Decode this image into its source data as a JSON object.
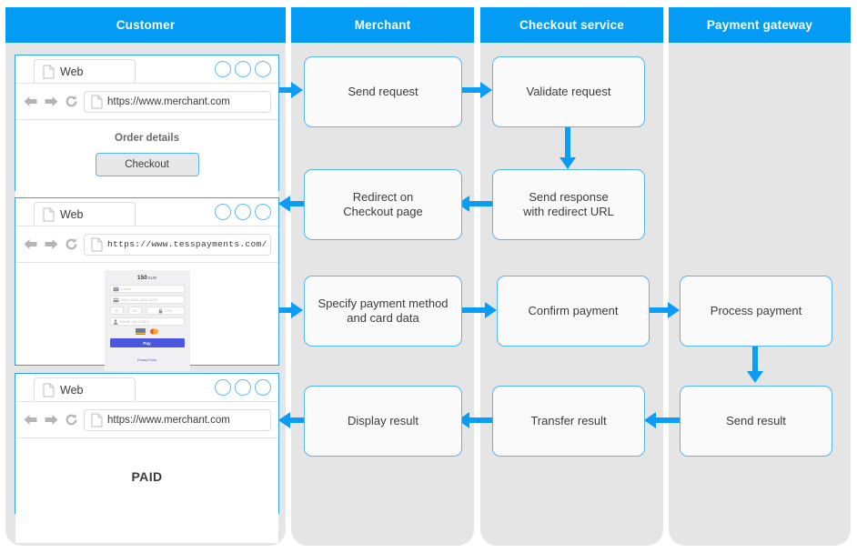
{
  "lanes": [
    {
      "id": "customer",
      "title": "Customer"
    },
    {
      "id": "merchant",
      "title": "Merchant"
    },
    {
      "id": "checkout",
      "title": "Checkout service"
    },
    {
      "id": "gateway",
      "title": "Payment gateway"
    }
  ],
  "nodes": {
    "send_request": "Send request",
    "validate_request": "Validate request",
    "redirect_line1": "Redirect on",
    "redirect_line2": "Checkout page",
    "send_response_line1": "Send response",
    "send_response_line2": "with redirect URL",
    "specify_line1": "Specify payment method",
    "specify_line2": "and card data",
    "confirm_payment": "Confirm payment",
    "process_payment": "Process payment",
    "display_result": "Display result",
    "transfer_result": "Transfer result",
    "send_result": "Send result"
  },
  "browsers": [
    {
      "tab_label": "Web",
      "url": "https://www.merchant.com",
      "page": {
        "kind": "order",
        "title": "Order details",
        "button": "Checkout"
      }
    },
    {
      "tab_label": "Web",
      "url": "https://www.tesspayments.com/",
      "page": {
        "kind": "payform"
      }
    },
    {
      "tab_label": "Web",
      "url": "https://www.merchant.com",
      "page": {
        "kind": "result",
        "status": "PAID"
      }
    }
  ],
  "payment_form": {
    "amount": "150",
    "currency": "EUR",
    "email_placeholder": "e-mail",
    "card_placeholder": "0000 0000 0000 0000",
    "exp_month_placeholder": "00",
    "exp_year_placeholder": "00",
    "cvv_placeholder": "CVV",
    "name_placeholder": "NAME ON CARD",
    "pay_button": "Pay",
    "privacy_link": "Privacy Policy"
  },
  "colors": {
    "lane_header": "#039bf4",
    "lane_body": "#e5e5e5",
    "node_border": "#55b6f0",
    "node_fill": "#fafafa",
    "arrow": "#0b9cf5",
    "browser_border": "#2aa3f2",
    "pay_button": "#4a55e0"
  }
}
